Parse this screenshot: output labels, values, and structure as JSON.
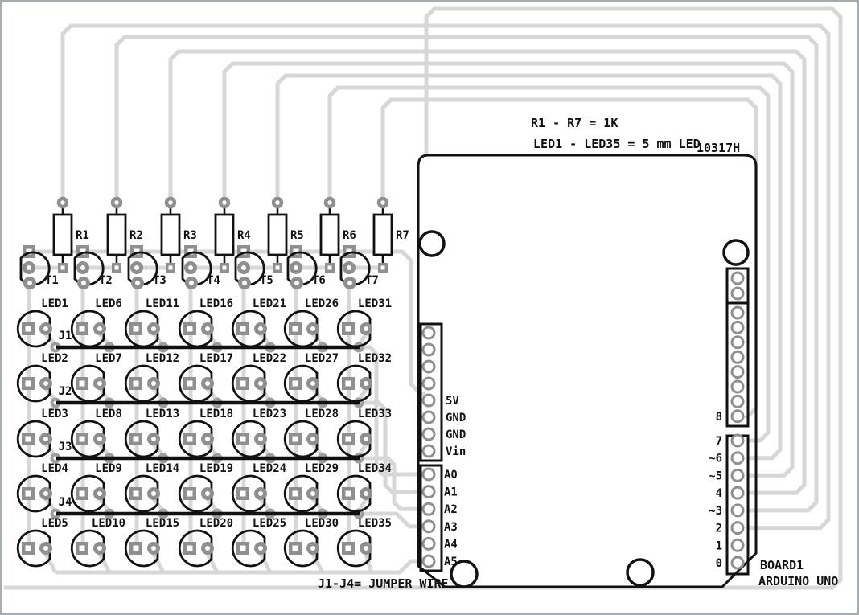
{
  "title": "LED matrix shield PCB layout",
  "notes": {
    "resistors": "R1 - R7 = 1K",
    "leds": "LED1 - LED35 = 5 mm LED",
    "code": "10317H",
    "jumpers": "J1-J4= JUMPER WIRE"
  },
  "board": {
    "ref": "BOARD1",
    "name": "ARDUINO UNO",
    "power_pin_labels": [
      "5V",
      "GND",
      "GND",
      "Vin"
    ],
    "analog_pins": [
      "A0",
      "A1",
      "A2",
      "A3",
      "A4",
      "A5"
    ],
    "digital_upper_last_pin": "8",
    "digital_lower_pins": [
      "7",
      "~6",
      "~5",
      "4",
      "~3",
      "2",
      "1",
      "0"
    ]
  },
  "resistors": [
    "R1",
    "R2",
    "R3",
    "R4",
    "R5",
    "R6",
    "R7"
  ],
  "transistors": [
    "T1",
    "T2",
    "T3",
    "T4",
    "T5",
    "T6",
    "T7"
  ],
  "jumpers": [
    "J1",
    "J2",
    "J3",
    "J4"
  ],
  "led_labels": [
    "LED1",
    "LED2",
    "LED3",
    "LED4",
    "LED5",
    "LED6",
    "LED7",
    "LED8",
    "LED9",
    "LED10",
    "LED11",
    "LED12",
    "LED13",
    "LED14",
    "LED15",
    "LED16",
    "LED17",
    "LED18",
    "LED19",
    "LED20",
    "LED21",
    "LED22",
    "LED23",
    "LED24",
    "LED25",
    "LED26",
    "LED27",
    "LED28",
    "LED29",
    "LED30",
    "LED31",
    "LED32",
    "LED33",
    "LED34",
    "LED35"
  ],
  "colors": {
    "trace": "#d7d7d7",
    "pad": "#8f8f8f",
    "pad_light": "#9e9e9e",
    "ink": "#111111",
    "frame": "#a8acae"
  }
}
